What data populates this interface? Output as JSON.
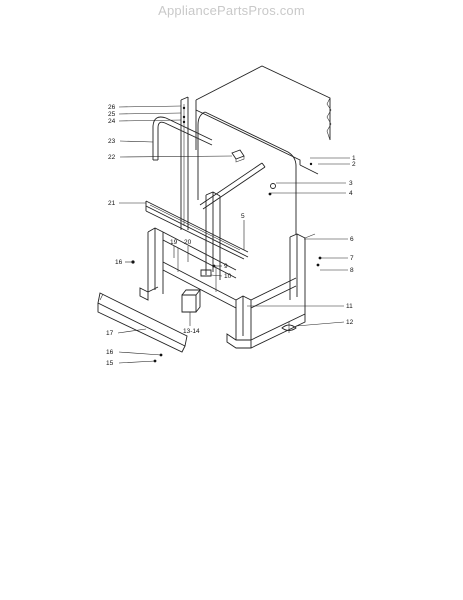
{
  "watermark": "AppliancePartsPros.com",
  "callouts": {
    "c1": "1",
    "c2": "2",
    "c3": "3",
    "c4": "4",
    "c5": "5",
    "c6": "6",
    "c7": "7",
    "c8": "8",
    "c9": "9",
    "c10": "10",
    "c11": "11",
    "c12": "12",
    "c13_14": "13-14",
    "c15": "15",
    "c16": "16",
    "c17": "17",
    "c19": "19",
    "c20": "20",
    "c21": "21",
    "c22": "22",
    "c23": "23",
    "c24": "24",
    "c25": "25",
    "c26": "26"
  }
}
